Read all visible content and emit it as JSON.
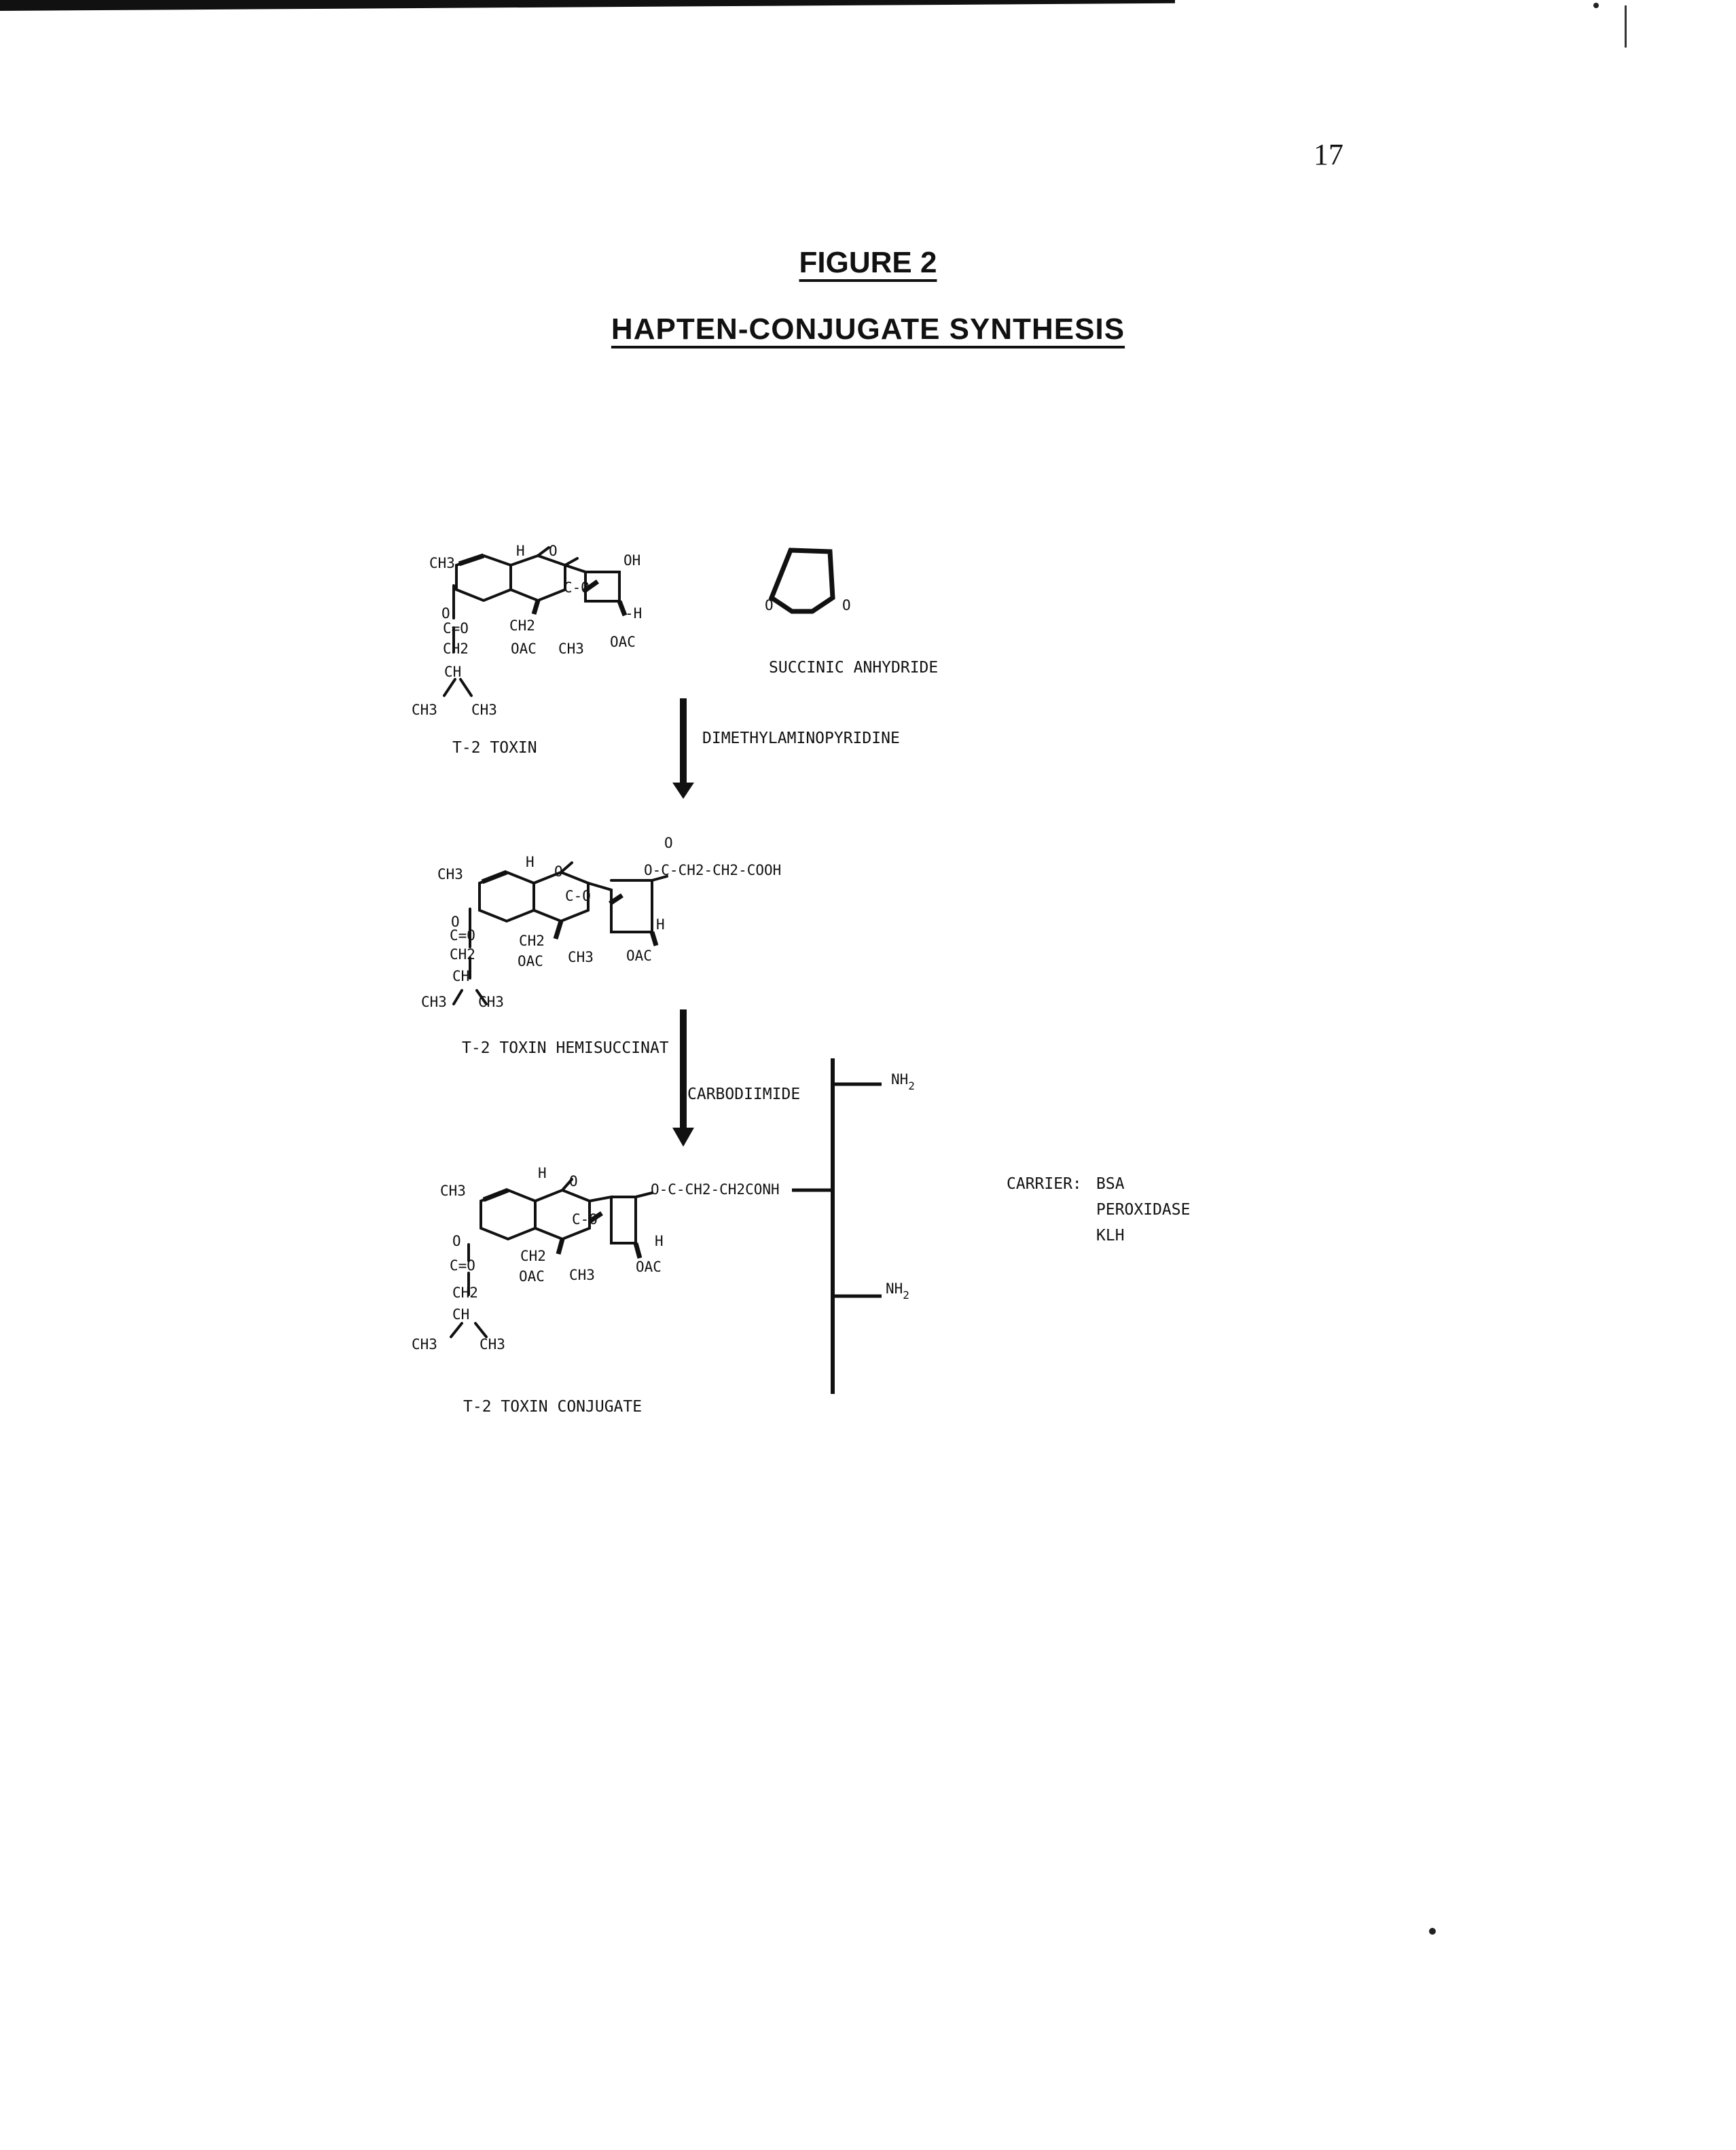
{
  "page": {
    "number": "17"
  },
  "figure": {
    "title": "FIGURE 2",
    "subtitle": "HAPTEN-CONJUGATE SYNTHESIS"
  },
  "compounds": {
    "t2_toxin": "T-2  TOXIN",
    "succinic_anhydride": "SUCCINIC ANHYDRIDE",
    "hemisuccinate": "T-2 TOXIN HEMISUCCINAT",
    "conjugate": "T-2  TOXIN  CONJUGATE"
  },
  "reagents": {
    "step1": "DIMETHYLAMINOPYRIDINE",
    "step2": "CARBODIIMIDE"
  },
  "carrier": {
    "label": "CARRIER:",
    "options": [
      "BSA",
      "PEROXIDASE",
      "KLH"
    ],
    "amine_top": "NH",
    "amine_top_sub": "2",
    "amine_bottom": "NH",
    "amine_bottom_sub": "2"
  },
  "structure_labels": {
    "ch3": "CH3",
    "h": "H",
    "o": "O",
    "oh": "OH",
    "c_o": "C-O",
    "h_sub": "-H",
    "oac": "OAC",
    "c_eq_o": "C=O",
    "ch2": "CH2",
    "ch": "CH",
    "ester_chain": "O-C-CH2-CH2-COOH",
    "amide_chain": "O-C-CH2-CH2CONH"
  }
}
